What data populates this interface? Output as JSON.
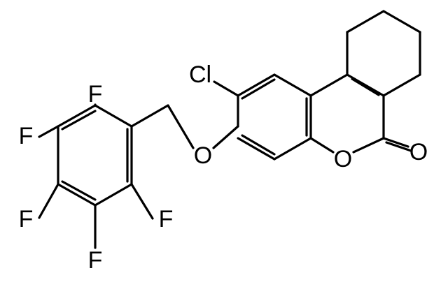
{
  "structure": {
    "atom_labels": {
      "cl": "Cl",
      "ether_o": "O",
      "ring_o": "O",
      "carbonyl_o": "O",
      "f_top": "F",
      "f_upper_left": "F",
      "f_lower_left": "F",
      "f_bottom": "F",
      "f_right": "F"
    }
  }
}
